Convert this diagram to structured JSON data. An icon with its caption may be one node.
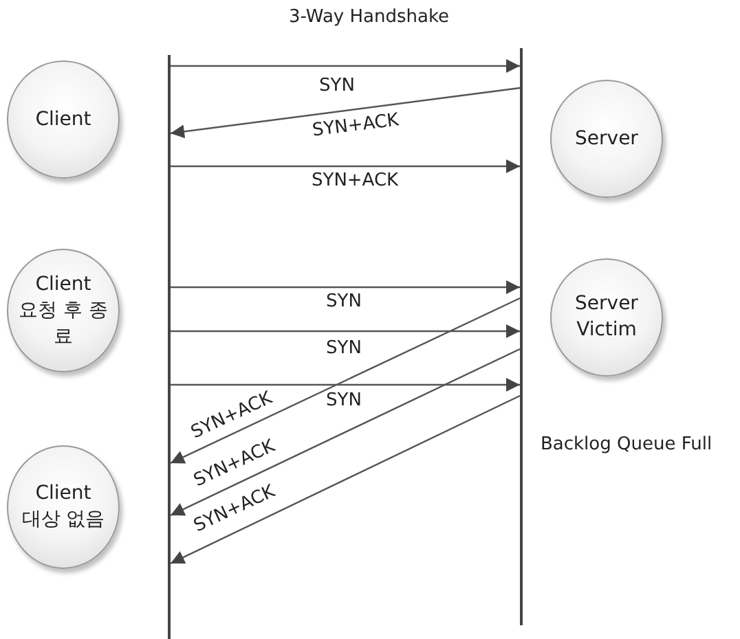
{
  "diagram": {
    "title": "3-Way Handshake",
    "nodes": [
      {
        "text": [
          "Client"
        ]
      },
      {
        "text": [
          "Server"
        ]
      },
      {
        "text": [
          "Client",
          "요청 후 종료"
        ]
      },
      {
        "text": [
          "Server",
          "Victim"
        ]
      },
      {
        "text": [
          "Client",
          "대상 없음"
        ]
      },
      {
        "text": [],
        "shape": "bar"
      },
      {
        "text": [],
        "shape": "bar"
      }
    ],
    "edges": [
      {
        "from": 5,
        "to": 6,
        "arrow": "to",
        "label": "SYN"
      },
      {
        "from": 6,
        "to": 5,
        "arrow": "to",
        "label": "SYN+ACK"
      },
      {
        "from": 5,
        "to": 6,
        "arrow": "to",
        "label": "SYN+ACK"
      },
      {
        "from": 5,
        "to": 6,
        "arrow": "to",
        "label": "SYN"
      },
      {
        "from": 5,
        "to": 6,
        "arrow": "to",
        "label": "SYN"
      },
      {
        "from": 5,
        "to": 6,
        "arrow": "to",
        "label": "SYN"
      },
      {
        "from": 6,
        "to": 5,
        "arrow": "to",
        "label": "SYN+ACK"
      },
      {
        "from": 6,
        "to": 5,
        "arrow": "to",
        "label": "SYN+ACK"
      },
      {
        "from": 6,
        "to": 5,
        "arrow": "to",
        "label": "SYN+ACK"
      }
    ],
    "labels": [
      "Backlog Queue Full"
    ]
  }
}
